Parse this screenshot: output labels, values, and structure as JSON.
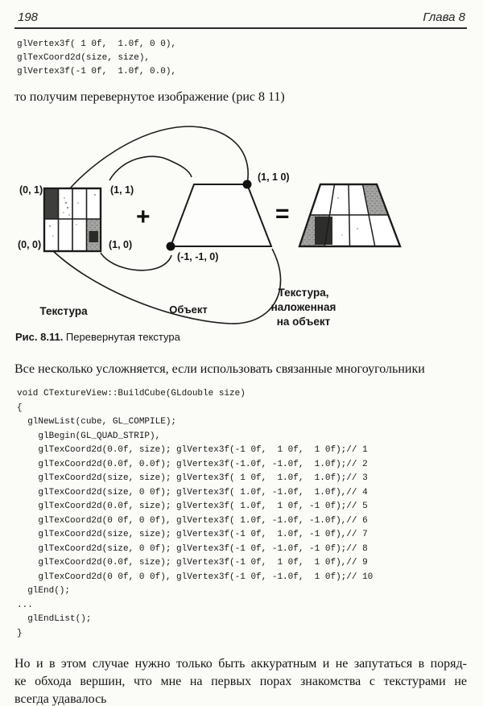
{
  "header": {
    "page_number": "198",
    "chapter": "Глава 8"
  },
  "code_top": {
    "lines": [
      "glVertex3f( 1 0f,  1.0f, 0 0),",
      "glTexCoord2d(size, size),",
      "glVertex3f(-1 0f,  1.0f, 0.0),"
    ]
  },
  "paragraphs": {
    "intro": "то получим перевернутое изображение (рис  8 11)",
    "middle": "Все несколько усложняется, если использовать связанные многоугольники",
    "bottom_lines": [
      "Но и в этом случае нужно только быть аккуратным и не запутаться в поряд-",
      "ке обхода вершин, что мне на первых порах знакомства с текстурами не",
      "всегда удавалось"
    ]
  },
  "figure": {
    "texture_corner_labels": {
      "top_left": "(0, 1)",
      "top_right": "(1, 1)",
      "bottom_left": "(0, 0)",
      "bottom_right": "(1, 0)"
    },
    "object_vertex_labels": {
      "top_right": "(1, 1 0)",
      "bottom_left": "(-1, -1, 0)"
    },
    "operator_plus": "+",
    "operator_equals": "=",
    "label_texture": "Текстура",
    "label_object": "Объект",
    "label_result_lines": [
      "Текстура,",
      "наложенная",
      "на объект"
    ]
  },
  "caption": {
    "label": "Рис. 8.11.",
    "text": " Перевернутая текстура"
  },
  "code_main": {
    "lines": [
      "void CTextureView::BuildCube(GLdouble size)",
      "{",
      "  glNewList(cube, GL_COMPILE);",
      "    glBegin(GL_QUAD_STRIP),",
      "    glTexCoord2d(0.0f, size); glVertex3f(-1 0f,  1 0f,  1 0f);// 1",
      "    glTexCoord2d(0.0f, 0.0f); glVertex3f(-1.0f, -1.0f,  1.0f);// 2",
      "    glTexCoord2d(size, size); glVertex3f( 1 0f,  1.0f,  1.0f);// 3",
      "    glTexCoord2d(size, 0 0f); glVertex3f( 1.0f, -1.0f,  1.0f),// 4",
      "    glTexCoord2d(0.0f, size); glVertex3f( 1.0f,  1 0f, -1 0f);// 5",
      "    glTexCoord2d(0 0f, 0 0f), glVertex3f( 1.0f, -1.0f, -1.0f),// 6",
      "    glTexCoord2d(size, size); glVertex3f(-1 0f,  1.0f, -1 0f),// 7",
      "    glTexCoord2d(size, 0 0f); glVertex3f(-1 0f, -1.0f, -1 0f);// 8",
      "    glTexCoord2d(0.0f, size); glVertex3f(-1 0f,  1 0f,  1 0f),// 9",
      "    glTexCoord2d(0 0f, 0 0f), glVertex3f(-1 0f, -1.0f,  1 0f);// 10",
      "  glEnd();",
      "...",
      "  glEndList();",
      "}"
    ]
  }
}
